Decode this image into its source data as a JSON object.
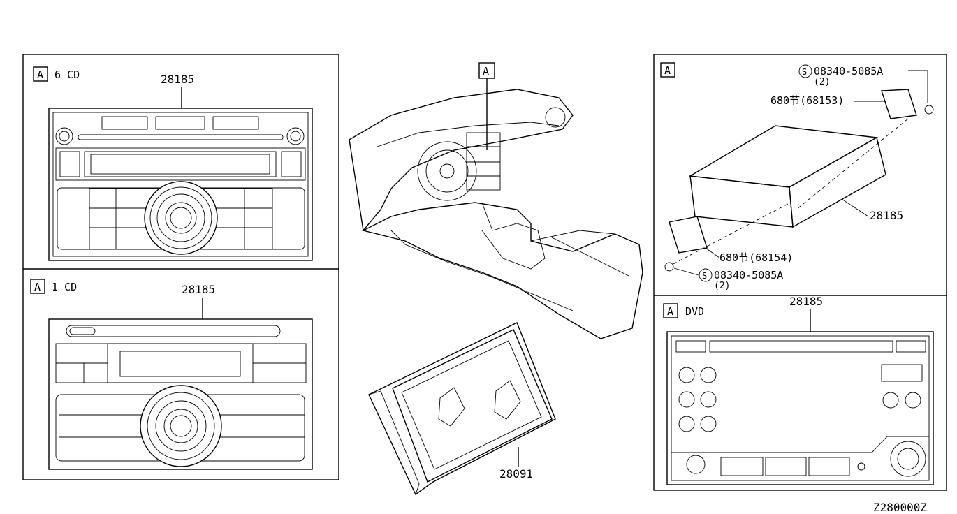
{
  "panel_6cd": {
    "marker": "A",
    "title": "6 CD",
    "part_no": "28185"
  },
  "panel_1cd": {
    "marker": "A",
    "title": "1 CD",
    "part_no": "28185"
  },
  "center": {
    "marker": "A",
    "display_part_no": "28091"
  },
  "panel_mount": {
    "marker": "A",
    "screw_top": "08340-5085A",
    "screw_top_qty": "(2)",
    "bracket_top": "680节(68153)",
    "unit_part_no": "28185",
    "bracket_bottom": "680节(68154)",
    "screw_bottom": "08340-5085A",
    "screw_bottom_qty": "(2)",
    "screw_symbol": "S"
  },
  "panel_dvd": {
    "marker": "A",
    "title": "DVD",
    "part_no": "28185"
  },
  "figure_code": "Z280000Z"
}
